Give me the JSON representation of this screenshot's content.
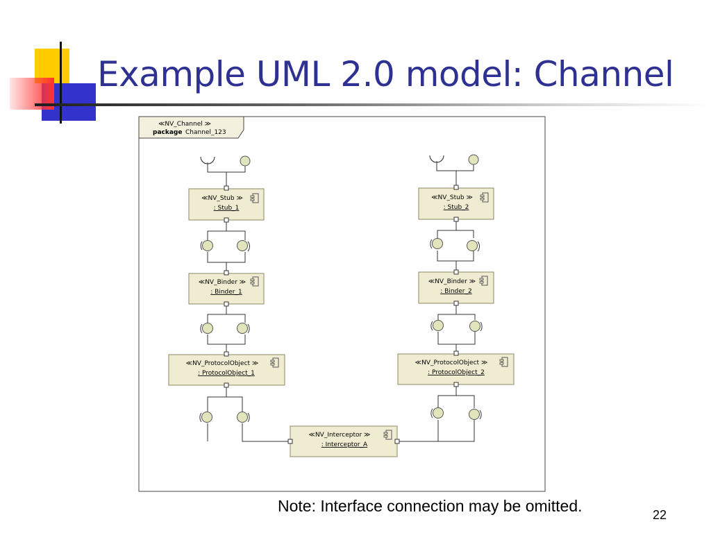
{
  "slide": {
    "title": "Example UML 2.0 model: Channel",
    "note": "Note: Interface connection may be omitted.",
    "page_number": "22"
  },
  "package": {
    "stereotype": "NV_Channel",
    "keyword": "package",
    "name": "Channel_123"
  },
  "components": {
    "stub_1": {
      "stereotype": "NV_Stub",
      "name": ": Stub_1"
    },
    "binder_1": {
      "stereotype": "NV_Binder",
      "name": ": Binder_1"
    },
    "protocol_1": {
      "stereotype": "NV_ProtocolObject",
      "name": ": ProtocolObject_1"
    },
    "stub_2": {
      "stereotype": "NV_Stub",
      "name": ": Stub_2"
    },
    "binder_2": {
      "stereotype": "NV_Binder",
      "name": ": Binder_2"
    },
    "protocol_2": {
      "stereotype": "NV_ProtocolObject",
      "name": ": ProtocolObject_2"
    },
    "interceptor": {
      "stereotype": "NV_Interceptor",
      "name": ": Interceptor_A"
    }
  },
  "colors": {
    "title": "#2e3192",
    "component_fill": "#f0ecd2",
    "component_stroke": "#8a8760",
    "interface_fill": "#e2e4bc"
  },
  "icons": [
    "uml-component-icon",
    "provided-interface-lollipop",
    "required-interface-socket",
    "port-square"
  ]
}
